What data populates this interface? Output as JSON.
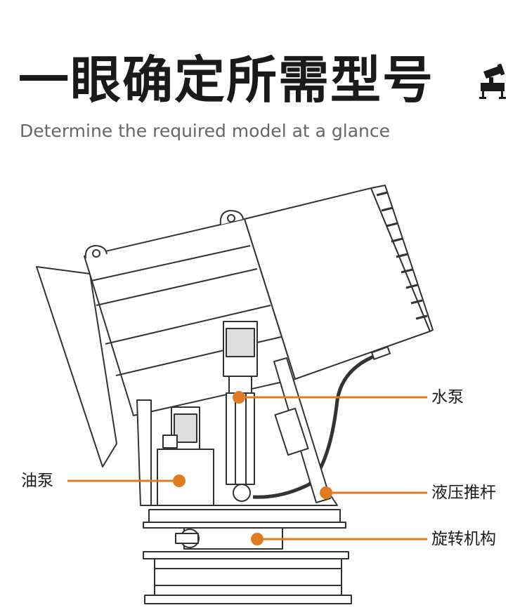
{
  "header": {
    "title": "一眼确定所需型号",
    "subtitle": "Determine the required model at a glance"
  },
  "callouts": [
    {
      "id": "water-pump",
      "label": "水泵"
    },
    {
      "id": "oil-pump",
      "label": "油泵"
    },
    {
      "id": "hydraulic-push-rod",
      "label": "液压推杆"
    },
    {
      "id": "rotating-mechanism",
      "label": "旋转机构"
    }
  ],
  "colors": {
    "accent": "#e07b22",
    "line": "#333333",
    "title": "#1a1a1a",
    "subtitle": "#666666"
  },
  "logo_icon": "fog-cannon-icon"
}
